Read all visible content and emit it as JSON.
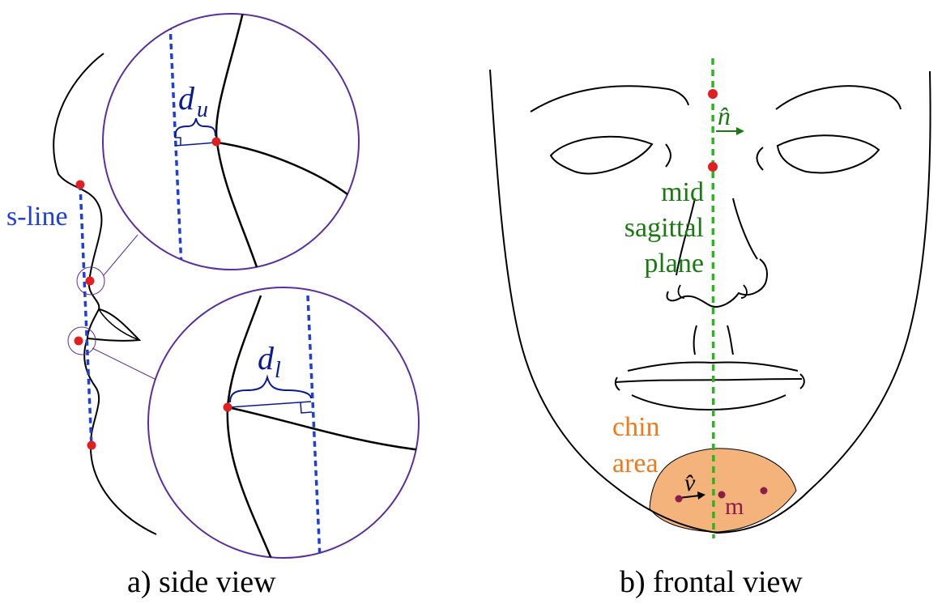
{
  "side_view": {
    "caption": "a) side view",
    "sline_label": "s-line",
    "upper_distance": {
      "base": "d",
      "sub": "u"
    },
    "lower_distance": {
      "base": "d",
      "sub": "l"
    }
  },
  "frontal_view": {
    "caption": "b) frontal view",
    "normal_vector": "n̂",
    "mid_plane_label": [
      "mid",
      "sagittal",
      "plane"
    ],
    "chin_label": [
      "chin",
      "area"
    ],
    "chin_vector": "v̂",
    "chin_point": "m"
  },
  "colors": {
    "sline": "#1f3fdc",
    "label_blue": "#0a1a96",
    "mid_line": "#2db51f",
    "mid_text": "#1a7a12",
    "chin_fill": "#f3b37a",
    "chin_text": "#f07a1a",
    "chin_point": "#8c1c4a",
    "landmark": "#e02020",
    "circle_stroke": "#5b2da0"
  }
}
